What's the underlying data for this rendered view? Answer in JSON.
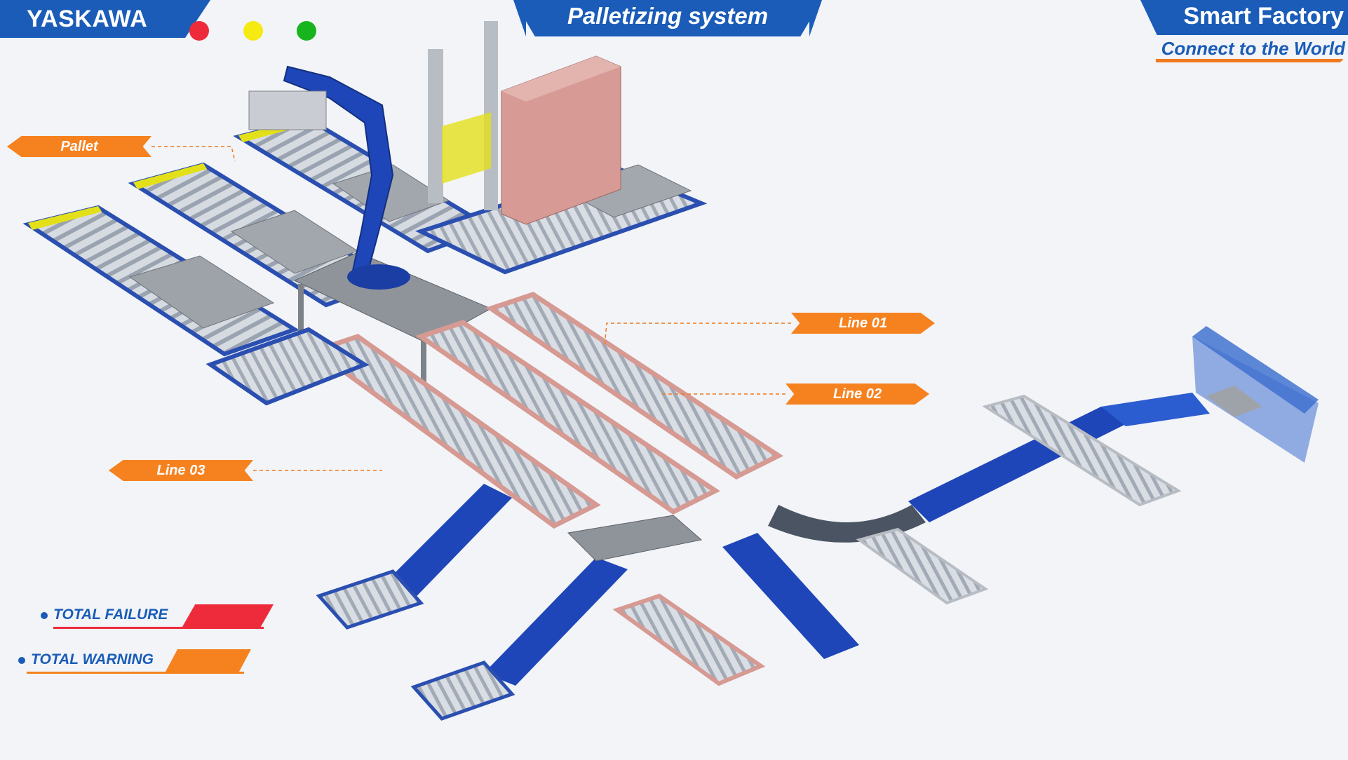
{
  "header": {
    "brand": "YASKAWA",
    "title": "Palletizing system",
    "smart": "Smart Factory",
    "tagline": "Connect to the World"
  },
  "signal_lights": [
    {
      "name": "red",
      "color": "#ee2b3b"
    },
    {
      "name": "yellow",
      "color": "#f5ea12"
    },
    {
      "name": "green",
      "color": "#18b41d"
    }
  ],
  "callouts": {
    "pallet": "Pallet",
    "line01": "Line 01",
    "line02": "Line 02",
    "line03": "Line 03"
  },
  "status": {
    "failure_label": "TOTAL FAILURE",
    "warning_label": "TOTAL WARNING"
  },
  "colors": {
    "brand_blue": "#1a5cb8",
    "accent_orange": "#f6821f",
    "failure_red": "#ee2b3b",
    "conveyor_blue": "#1e46b8",
    "roller_grey": "#b9bfc9",
    "cabinet_pink": "#d79a94"
  }
}
